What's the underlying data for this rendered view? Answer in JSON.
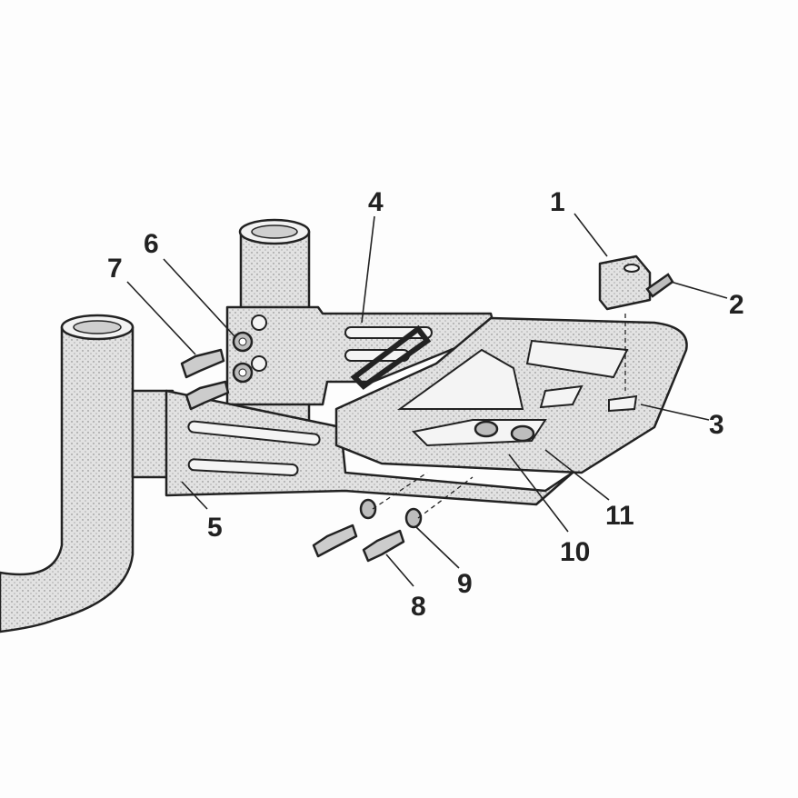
{
  "diagram": {
    "callouts": [
      {
        "id": "1",
        "text": "1"
      },
      {
        "id": "2",
        "text": "2"
      },
      {
        "id": "3",
        "text": "3"
      },
      {
        "id": "4",
        "text": "4"
      },
      {
        "id": "5",
        "text": "5"
      },
      {
        "id": "6",
        "text": "6"
      },
      {
        "id": "7",
        "text": "7"
      },
      {
        "id": "8",
        "text": "8"
      },
      {
        "id": "9",
        "text": "9"
      },
      {
        "id": "10",
        "text": "10"
      },
      {
        "id": "11",
        "text": "11"
      }
    ]
  }
}
